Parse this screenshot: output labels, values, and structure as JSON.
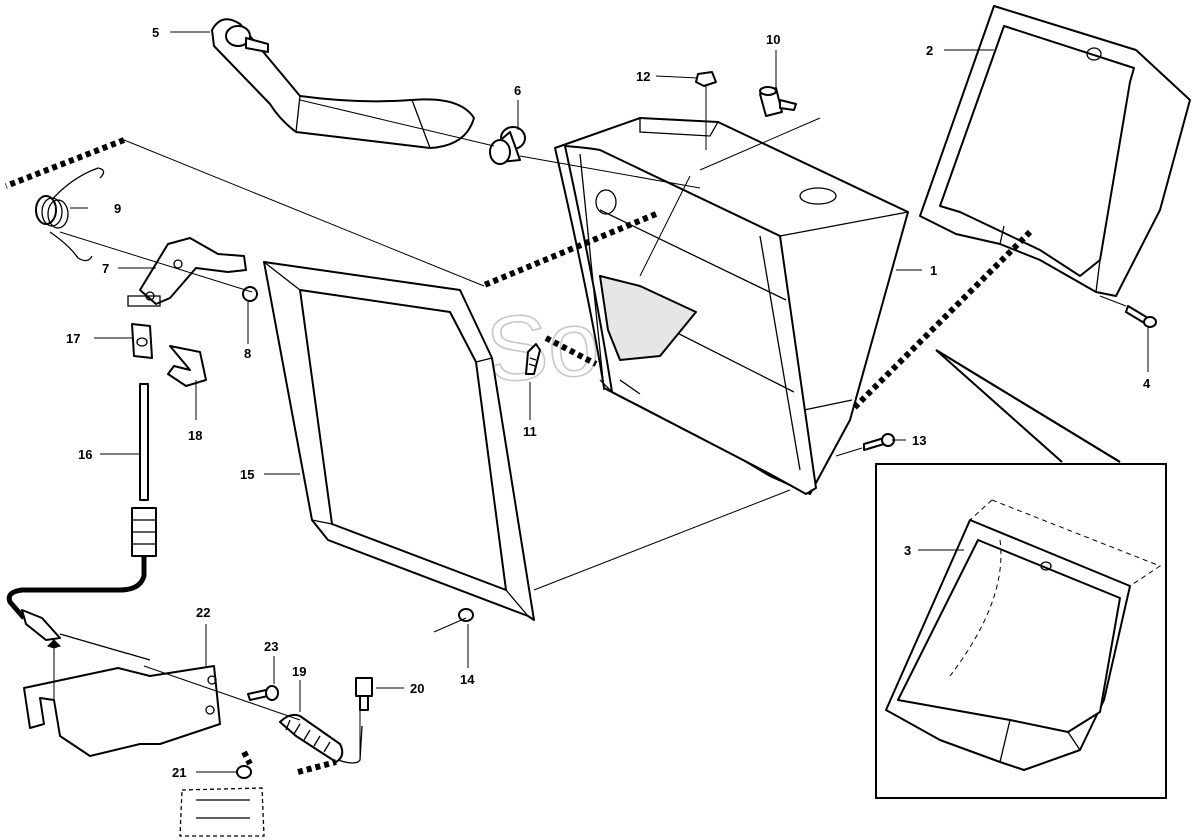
{
  "callouts": [
    "1",
    "2",
    "3",
    "4",
    "5",
    "6",
    "7",
    "8",
    "9",
    "10",
    "11",
    "12",
    "13",
    "14",
    "15",
    "16",
    "17",
    "18",
    "19",
    "20",
    "21",
    "22",
    "23"
  ],
  "watermark": "AutoSoft.ru"
}
